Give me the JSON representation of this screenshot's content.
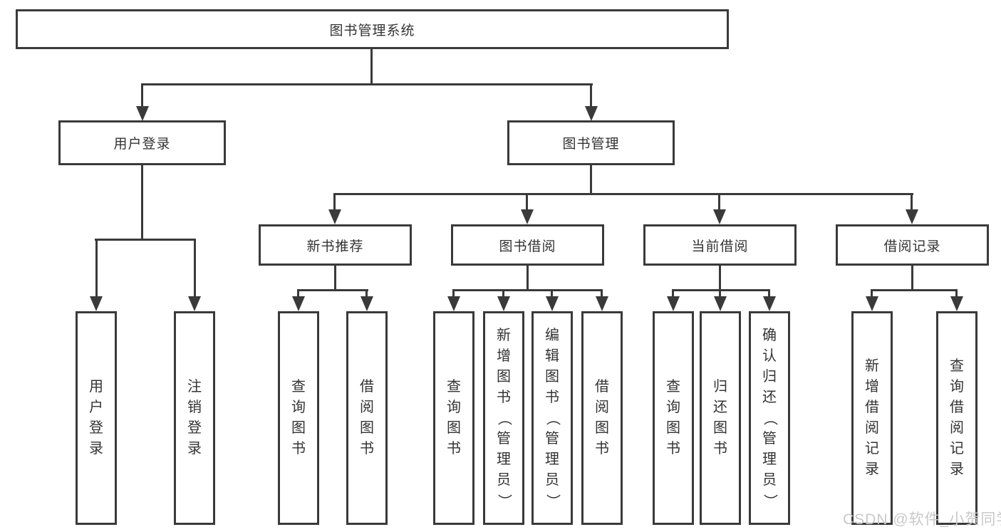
{
  "tree": {
    "root": {
      "label": "图书管理系统",
      "children": [
        {
          "label": "用户登录",
          "children": [
            {
              "label": "用户登录"
            },
            {
              "label": "注销登录"
            }
          ]
        },
        {
          "label": "图书管理",
          "children": [
            {
              "label": "新书推荐",
              "children": [
                {
                  "label": "查询图书"
                },
                {
                  "label": "借阅图书"
                }
              ]
            },
            {
              "label": "图书借阅",
              "children": [
                {
                  "label": "查询图书"
                },
                {
                  "label": "新增图书（管理员）"
                },
                {
                  "label": "编辑图书（管理员）"
                },
                {
                  "label": "借阅图书"
                }
              ]
            },
            {
              "label": "当前借阅",
              "children": [
                {
                  "label": "查询图书"
                },
                {
                  "label": "归还图书"
                },
                {
                  "label": "确认归还（管理员）"
                }
              ]
            },
            {
              "label": "借阅记录",
              "children": [
                {
                  "label": "新增借阅记录"
                },
                {
                  "label": "查询借阅记录"
                }
              ]
            }
          ]
        }
      ]
    }
  },
  "watermark": {
    "text": "CSDN @软件_小贺同学",
    "color": "#c9c9c9"
  },
  "colors": {
    "line": "#3a3a3a",
    "text": "#333333",
    "background": "#ffffff"
  }
}
